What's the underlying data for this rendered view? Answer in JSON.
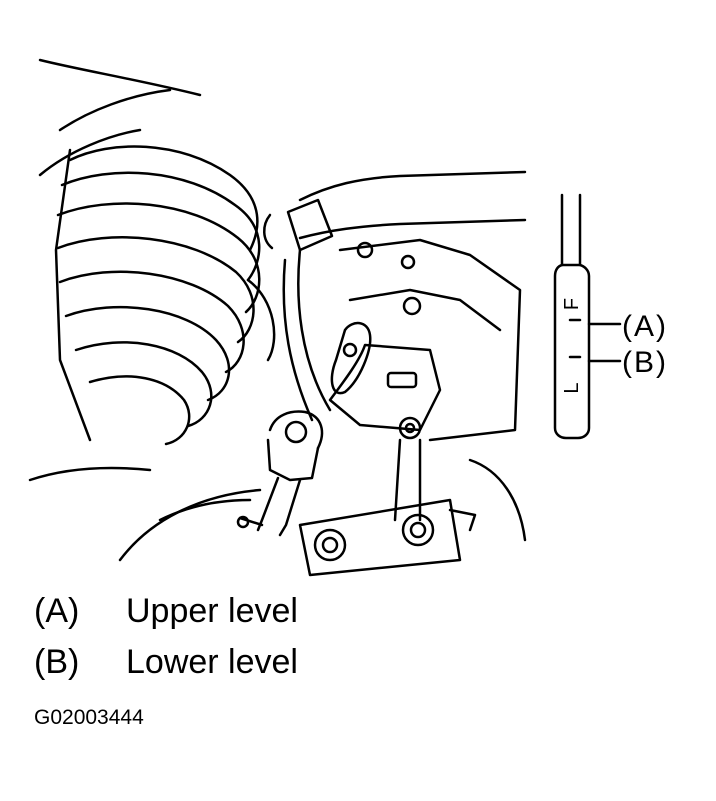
{
  "dipstick": {
    "upper_mark": "F",
    "lower_mark": "L"
  },
  "callouts": [
    {
      "key": "(A)"
    },
    {
      "key": "(B)"
    }
  ],
  "legend": [
    {
      "key": "(A)",
      "description": "Upper level"
    },
    {
      "key": "(B)",
      "description": "Lower level"
    }
  ],
  "figure_id": "G02003444"
}
